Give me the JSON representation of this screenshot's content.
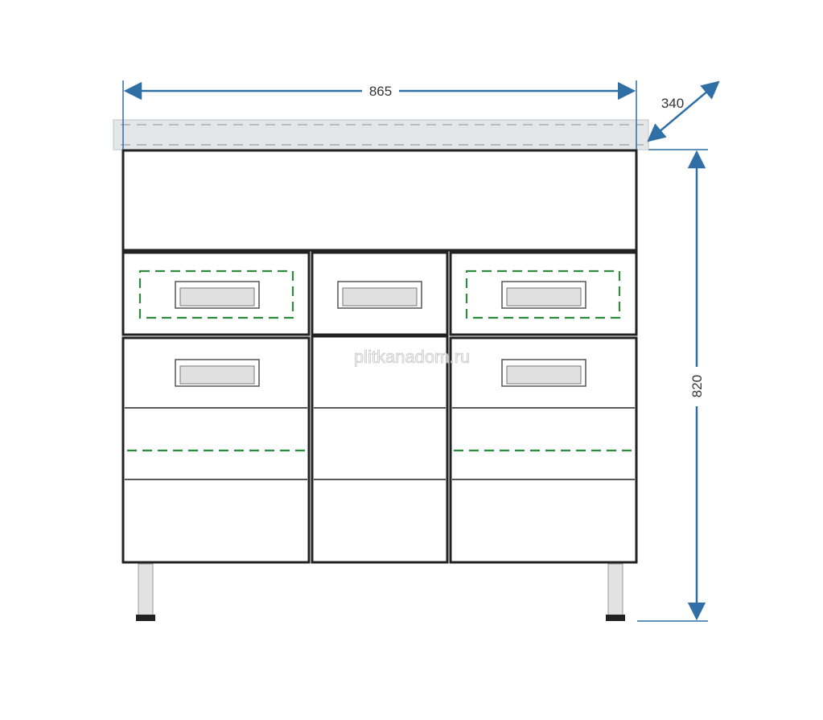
{
  "dimensions": {
    "width": "865",
    "depth": "340",
    "height": "820"
  },
  "watermark": "plitkanadom.ru",
  "colors": {
    "dimension_line": "#2f6fa6",
    "outline": "#222222",
    "dashed_accent": "#2e8b3e",
    "countertop_fill": "#e4e6e8",
    "handle_fill": "#e0e0e0",
    "leg_fill": "#e2e2e2"
  }
}
